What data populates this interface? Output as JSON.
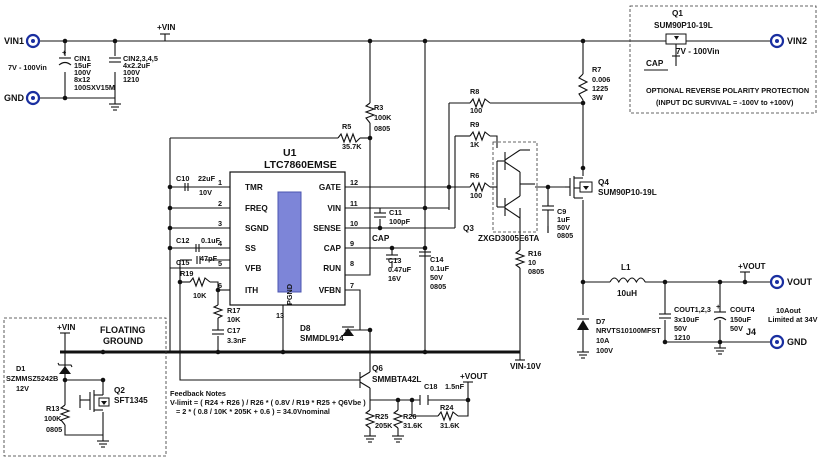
{
  "nets": {
    "vin_rail": "+VIN",
    "vin_neg": "VIN-10V",
    "vout_top": "+VOUT"
  },
  "terminals": {
    "vin1": "VIN1",
    "gnd": "GND",
    "vin2": "VIN2",
    "vout": "VOUT",
    "j4": "J4",
    "j4_gnd": "GND"
  },
  "input": {
    "range": "7V - 100Vin",
    "cin1": [
      "CIN1",
      "15uF",
      "100V",
      "8x12",
      "100SXV15M"
    ],
    "cin2": [
      "CIN2,3,4,5",
      "4x2.2uF",
      "100V",
      "1210"
    ]
  },
  "q1_box": {
    "ref": "Q1",
    "part": "SUM90P10-19L",
    "cap": "CAP",
    "range": "7V - 100Vin",
    "note": "OPTIONAL REVERSE POLARITY PROTECTION",
    "note2": "(INPUT DC SURVIVAL = -100V to +100V)"
  },
  "ic": {
    "ref": "U1",
    "part": "LTC7860EMSE",
    "left_pins": [
      {
        "n": "1",
        "name": "TMR"
      },
      {
        "n": "2",
        "name": "FREQ"
      },
      {
        "n": "3",
        "name": "SGND"
      },
      {
        "n": "4",
        "name": "SS"
      },
      {
        "n": "5",
        "name": "VFB"
      },
      {
        "n": "6",
        "name": "ITH"
      }
    ],
    "right_pins": [
      {
        "n": "12",
        "name": "GATE"
      },
      {
        "n": "11",
        "name": "VIN"
      },
      {
        "n": "10",
        "name": "SENSE"
      },
      {
        "n": "9",
        "name": "CAP"
      },
      {
        "n": "8",
        "name": "RUN"
      },
      {
        "n": "7",
        "name": "VFBN"
      }
    ],
    "pgnd": "PGND",
    "pgnd_pin": "13"
  },
  "parts": {
    "r3": [
      "R3",
      "100K",
      "0805"
    ],
    "r5": [
      "R5",
      "35.7K"
    ],
    "r7": [
      "R7",
      "0.006",
      "1225",
      "3W"
    ],
    "r8": [
      "R8",
      "100"
    ],
    "r9": [
      "R9",
      "1K"
    ],
    "r6": [
      "R6",
      "100"
    ],
    "q3": "Q3",
    "q3_part": "ZXGD3005E6TA",
    "c9": [
      "C9",
      "1uF",
      "50V",
      "0805"
    ],
    "r16": [
      "R16",
      "10",
      "0805"
    ],
    "q4": [
      "Q4",
      "SUM90P10-19L"
    ],
    "c10": [
      "C10",
      "22uF",
      "10V"
    ],
    "c12": [
      "C12",
      "0.1uF"
    ],
    "c15": [
      "C15",
      "47pF"
    ],
    "r19": [
      "R19",
      "10K"
    ],
    "r17": [
      "R17",
      "10K"
    ],
    "c17": [
      "C17",
      "3.3nF"
    ],
    "c11": [
      "C11",
      "100pF"
    ],
    "cap_lbl": "CAP",
    "c13": [
      "C13",
      "0.47uF",
      "16V"
    ],
    "c14": [
      "C14",
      "0.1uF",
      "50V",
      "0805"
    ],
    "d8": [
      "D8",
      "SMMDL914"
    ],
    "l1": [
      "L1",
      "10uH"
    ],
    "d7": [
      "D7",
      "NRVTS10100MFST",
      "10A",
      "100V"
    ],
    "cout123": [
      "COUT1,2,3",
      "3x10uF",
      "50V",
      "1210"
    ],
    "cout4": [
      "COUT4",
      "150uF",
      "50V"
    ],
    "vout_note": [
      "10Aout",
      "Limited at 34V"
    ],
    "q6": [
      "Q6",
      "SMMBTA42L"
    ],
    "c18": [
      "C18",
      "1.5nF"
    ],
    "r24": [
      "R24",
      "31.6K"
    ],
    "r25": [
      "R25",
      "205K"
    ],
    "r26": [
      "R26",
      "31.6K"
    ],
    "vout_small": "+VOUT",
    "floating": [
      "FLOATING",
      "GROUND"
    ],
    "vin_small": "+VIN",
    "d1": [
      "D1",
      "SZMMSZ5242B",
      "12V"
    ],
    "q2": [
      "Q2",
      "SFT1345"
    ],
    "r13": [
      "R13",
      "100K",
      "0805"
    ]
  },
  "feedback": {
    "title": "Feedback Notes",
    "line1": "V-limit = ( R24 + R26 ) / R26 * ( 0.8V / R19 * R25 + Q6Vbe )",
    "line2": "= 2 * ( 0.8 / 10K * 205K + 0.6 ) = 34.0Vnominal"
  }
}
